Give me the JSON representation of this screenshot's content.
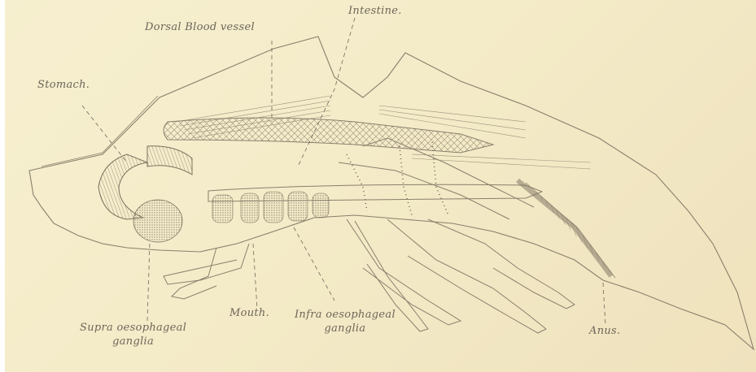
{
  "labels": {
    "dorsal_blood_vessel": "Dorsal Blood vessel",
    "intestine": "Intestine.",
    "stomach": "Stomach.",
    "supra_line1": "Supra oesophageal",
    "supra_line2": "ganglia",
    "mouth": "Mouth.",
    "infra_line1": "Infra oesophageal",
    "infra_line2": "ganglia",
    "anus": "Anus."
  },
  "colors": {
    "paper": "#f4ebc8",
    "ink": "#8a7f6c",
    "label": "#6e665a"
  }
}
